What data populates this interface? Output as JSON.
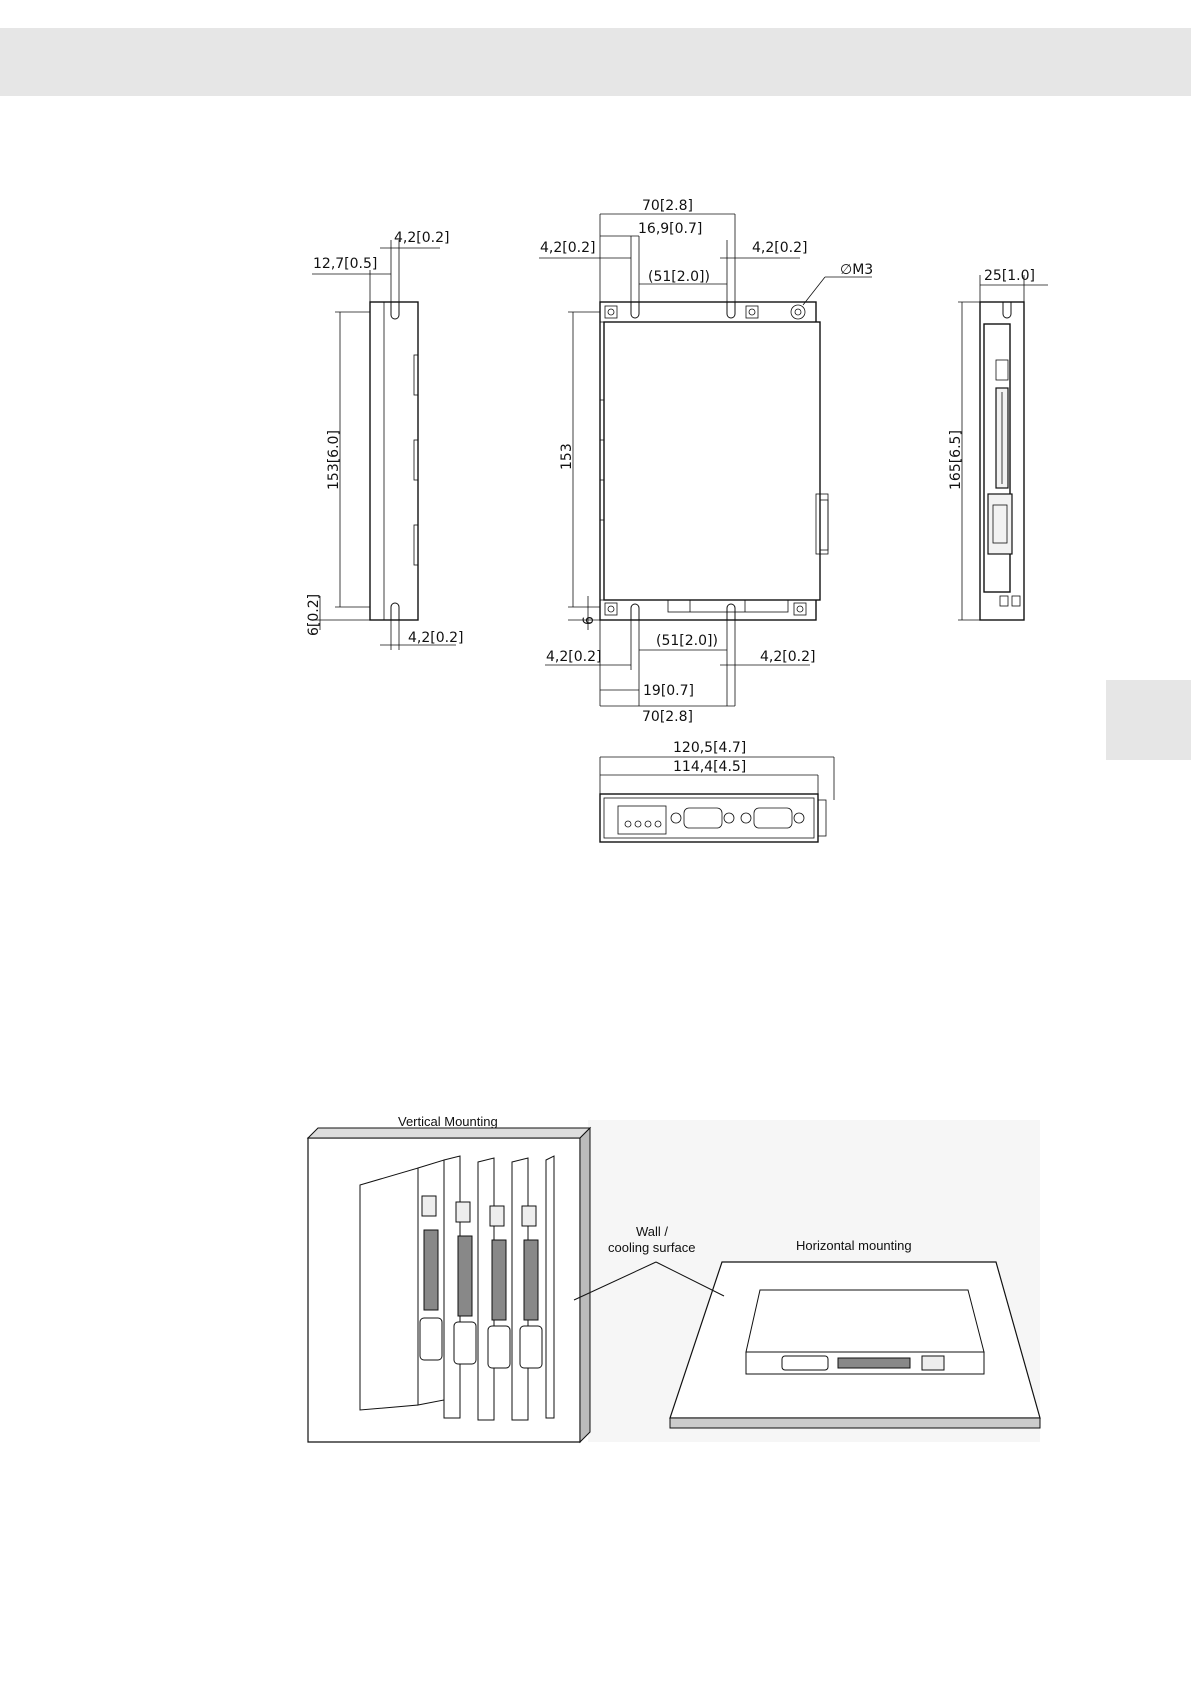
{
  "drawing": {
    "left_view": {
      "top_slot_width": "4,2[0.2]",
      "top_offset": "12,7[0.5]",
      "height": "153[6.0]",
      "bottom_offset": "6[0.2]",
      "bottom_slot_width": "4,2[0.2]"
    },
    "front_view": {
      "width_top": "70[2.8]",
      "hole_offset_top": "16,9[0.7]",
      "slot_left_top": "4,2[0.2]",
      "slot_right_top": "4,2[0.2]",
      "spacing_top": "(51[2.0])",
      "thread": "∅M3",
      "height": "153",
      "bottom_offset": "6",
      "spacing_bottom": "(51[2.0])",
      "slot_left_bottom": "4,2[0.2]",
      "slot_right_bottom": "4,2[0.2]",
      "hole_offset_bottom": "19[0.7]",
      "width_bottom": "70[2.8]"
    },
    "right_view": {
      "depth": "25[1.0]",
      "height": "165[6.5]"
    },
    "bottom_view": {
      "overall_width": "120,5[4.7]",
      "body_width": "114,4[4.5]"
    }
  },
  "mounting": {
    "vertical_title": "Vertical Mounting",
    "wall_label_line1": "Wall /",
    "wall_label_line2": "cooling surface",
    "horizontal_title": "Horizontal mounting"
  }
}
